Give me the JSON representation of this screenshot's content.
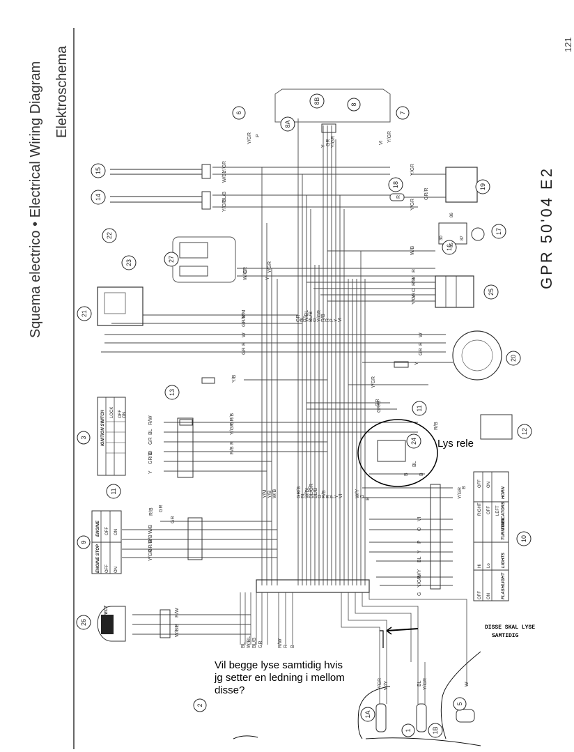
{
  "page": {
    "title_es": "Squema electrico",
    "title_en": "Electrical Wiring Diagram",
    "title_nl": "Elektroschema",
    "bullet": "•",
    "model": "GPR  50'04  E2",
    "page_number": "121"
  },
  "annotations": {
    "lys_rele": "Lys rele",
    "question_line1": "Vil begge lyse samtidig hvis",
    "question_line2": "jg setter en ledning i mellom",
    "question_line3": "disse?",
    "note_line1": "DISSE SKAL LYSE",
    "note_line2": "SAMTIDIG"
  },
  "components": [
    "1",
    "1A",
    "1B",
    "2",
    "3",
    "5",
    "6",
    "7",
    "8",
    "8A",
    "8B",
    "9",
    "10",
    "11",
    "11",
    "12",
    "13",
    "14",
    "15",
    "16",
    "17",
    "18",
    "19",
    "20",
    "21",
    "22",
    "23",
    "24",
    "25",
    "26",
    "27"
  ],
  "switch_panels": {
    "ignition": {
      "title": "IGNITION SWITCH",
      "states": [
        "LOCK",
        "OFF",
        "ON"
      ]
    },
    "engine": {
      "title": "ENGINE",
      "sub": "ENGINE STOP",
      "states": [
        "OFF",
        "ON"
      ]
    },
    "horn": {
      "title": "HORN",
      "states": [
        "OFF",
        "ON"
      ]
    },
    "turn": {
      "title": "TURN INDICATORS",
      "states": [
        "RIGHT",
        "OFF",
        "LEFT"
      ]
    },
    "lights": {
      "title": "LIGHTS",
      "states": [
        "Hi",
        "Lo"
      ]
    },
    "flashlight": {
      "title": "FLASHLIGHT",
      "states": [
        "OFF",
        "ON"
      ]
    },
    "hall": {
      "title": "HALL EFFECT"
    }
  },
  "relay_pins": [
    "30",
    "85",
    "86",
    "87"
  ],
  "wire_labels": {
    "top_left": [
      "Y/GR",
      "W/BL",
      "BL/B",
      "Y/GR"
    ],
    "lamp6": [
      "Y/GR",
      "P"
    ],
    "lamp8": [
      "Y",
      "GR",
      "Y/GR"
    ],
    "lamp7": [
      "VI",
      "Y/GR"
    ],
    "right_top": [
      "Y/GR",
      "GR/R",
      "R",
      "Y/GR",
      "W/B"
    ],
    "connector27": [
      "Y/GR",
      "W/GR",
      "Y",
      "G"
    ],
    "connector25": [
      "R",
      "Y",
      "R/B",
      "O",
      "Y",
      "Y/GR"
    ],
    "bus_mid": [
      "GR",
      "BL",
      "W/BL",
      "BL/B",
      "O",
      "Y/GR",
      "R/B",
      "R",
      "P",
      "Y",
      "VI"
    ],
    "unit21": [
      "Y/M",
      "GR/B",
      "W",
      "R",
      "GR"
    ],
    "gen20": [
      "W",
      "R",
      "GR",
      "Y"
    ],
    "left_mid": [
      "Y/B",
      "Y/GR",
      "GR",
      "GR/B"
    ],
    "ign": [
      "R/W",
      "BL",
      "GR",
      "O",
      "GR/B",
      "Y"
    ],
    "ign_right": [
      "GR/B",
      "Y/GR",
      "R",
      "R/B"
    ],
    "bus_low": [
      "Y/M",
      "Y/B",
      "W/B",
      "GR/B",
      "BL",
      "W/BL",
      "BL/GR",
      "BL/B",
      "O",
      "R/B",
      "R",
      "P",
      "Y",
      "VI",
      "W/Y",
      "G",
      "B"
    ],
    "relay24": [
      "R/B",
      "B",
      "BL",
      "B"
    ],
    "engine_sw": [
      "R/B",
      "GR",
      "GR",
      "W/B",
      "R/B",
      "GR/B",
      "Y/GR"
    ],
    "right_low": [
      "B",
      "Y/GR",
      "VI",
      "O",
      "P",
      "Y",
      "BL",
      "W/Y",
      "Y/GR",
      "G"
    ],
    "hall26": [
      "R/W",
      "B",
      "W/BL"
    ],
    "bottom_bus": [
      "BL",
      "W/BL",
      "BL/B",
      "GR",
      "R/W",
      "R",
      "B"
    ],
    "bottom_lamps": [
      "Y/GR",
      "W/Y",
      "BL",
      "Y/GR",
      "W"
    ]
  }
}
